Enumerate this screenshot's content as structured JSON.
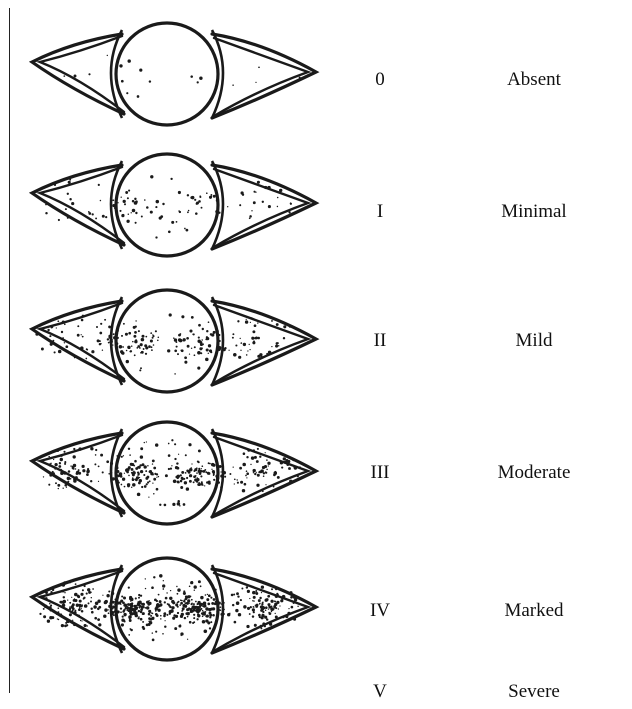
{
  "figure": {
    "grades": [
      {
        "numeral": "0",
        "label": "Absent",
        "density": 0.03
      },
      {
        "numeral": "I",
        "label": "Minimal",
        "density": 0.18
      },
      {
        "numeral": "II",
        "label": "Mild",
        "density": 0.38
      },
      {
        "numeral": "III",
        "label": "Moderate",
        "density": 0.6
      },
      {
        "numeral": "IV",
        "label": "Marked",
        "density": 1.0
      },
      {
        "numeral": "V",
        "label": "Severe",
        "density": null
      }
    ]
  }
}
